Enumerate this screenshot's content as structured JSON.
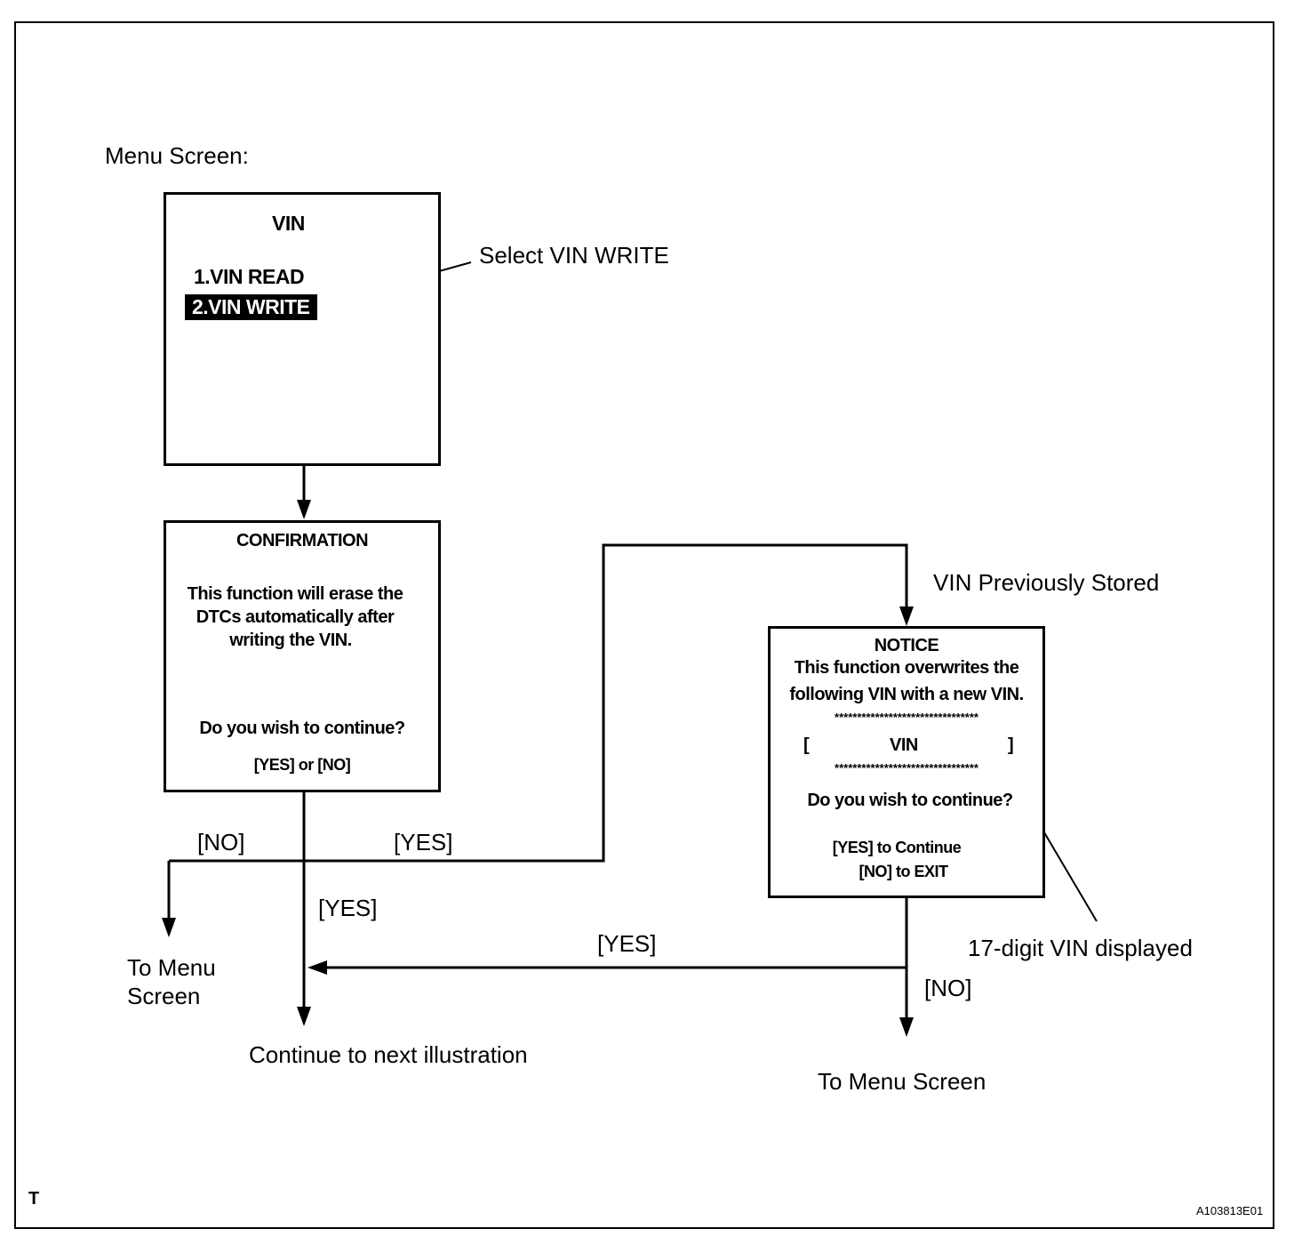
{
  "menu_screen_label": "Menu Screen:",
  "vin_box": {
    "title": "VIN",
    "item1": "1.VIN READ",
    "item2": "2.VIN WRITE"
  },
  "select_label": "Select VIN WRITE",
  "confirm_box": {
    "title": "CONFIRMATION",
    "line1": "This function will erase the",
    "line2": "DTCs automatically after",
    "line3": "writing the VIN.",
    "question": "Do you wish to continue?",
    "options": "[YES] or [NO]"
  },
  "vin_prev_stored": "VIN Previously Stored",
  "notice_box": {
    "title": "NOTICE",
    "line1": "This function overwrites the",
    "line2": "following VIN with a new VIN.",
    "stars": "********************************",
    "bracket_left": "[",
    "vin": "VIN",
    "bracket_right": "]",
    "question": "Do you wish to continue?",
    "opt1": "[YES] to Continue",
    "opt2": "[NO] to EXIT"
  },
  "labels": {
    "no_left": "[NO]",
    "yes_mid": "[YES]",
    "yes_down": "[YES]",
    "yes_back": "[YES]",
    "no_right": "[NO]",
    "to_menu_left_1": "To Menu",
    "to_menu_left_2": "Screen",
    "continue_next": "Continue to next illustration",
    "to_menu_right": "To Menu Screen",
    "seventeen_digit": "17-digit VIN displayed"
  },
  "corner_t": "T",
  "fig_id": "A103813E01"
}
